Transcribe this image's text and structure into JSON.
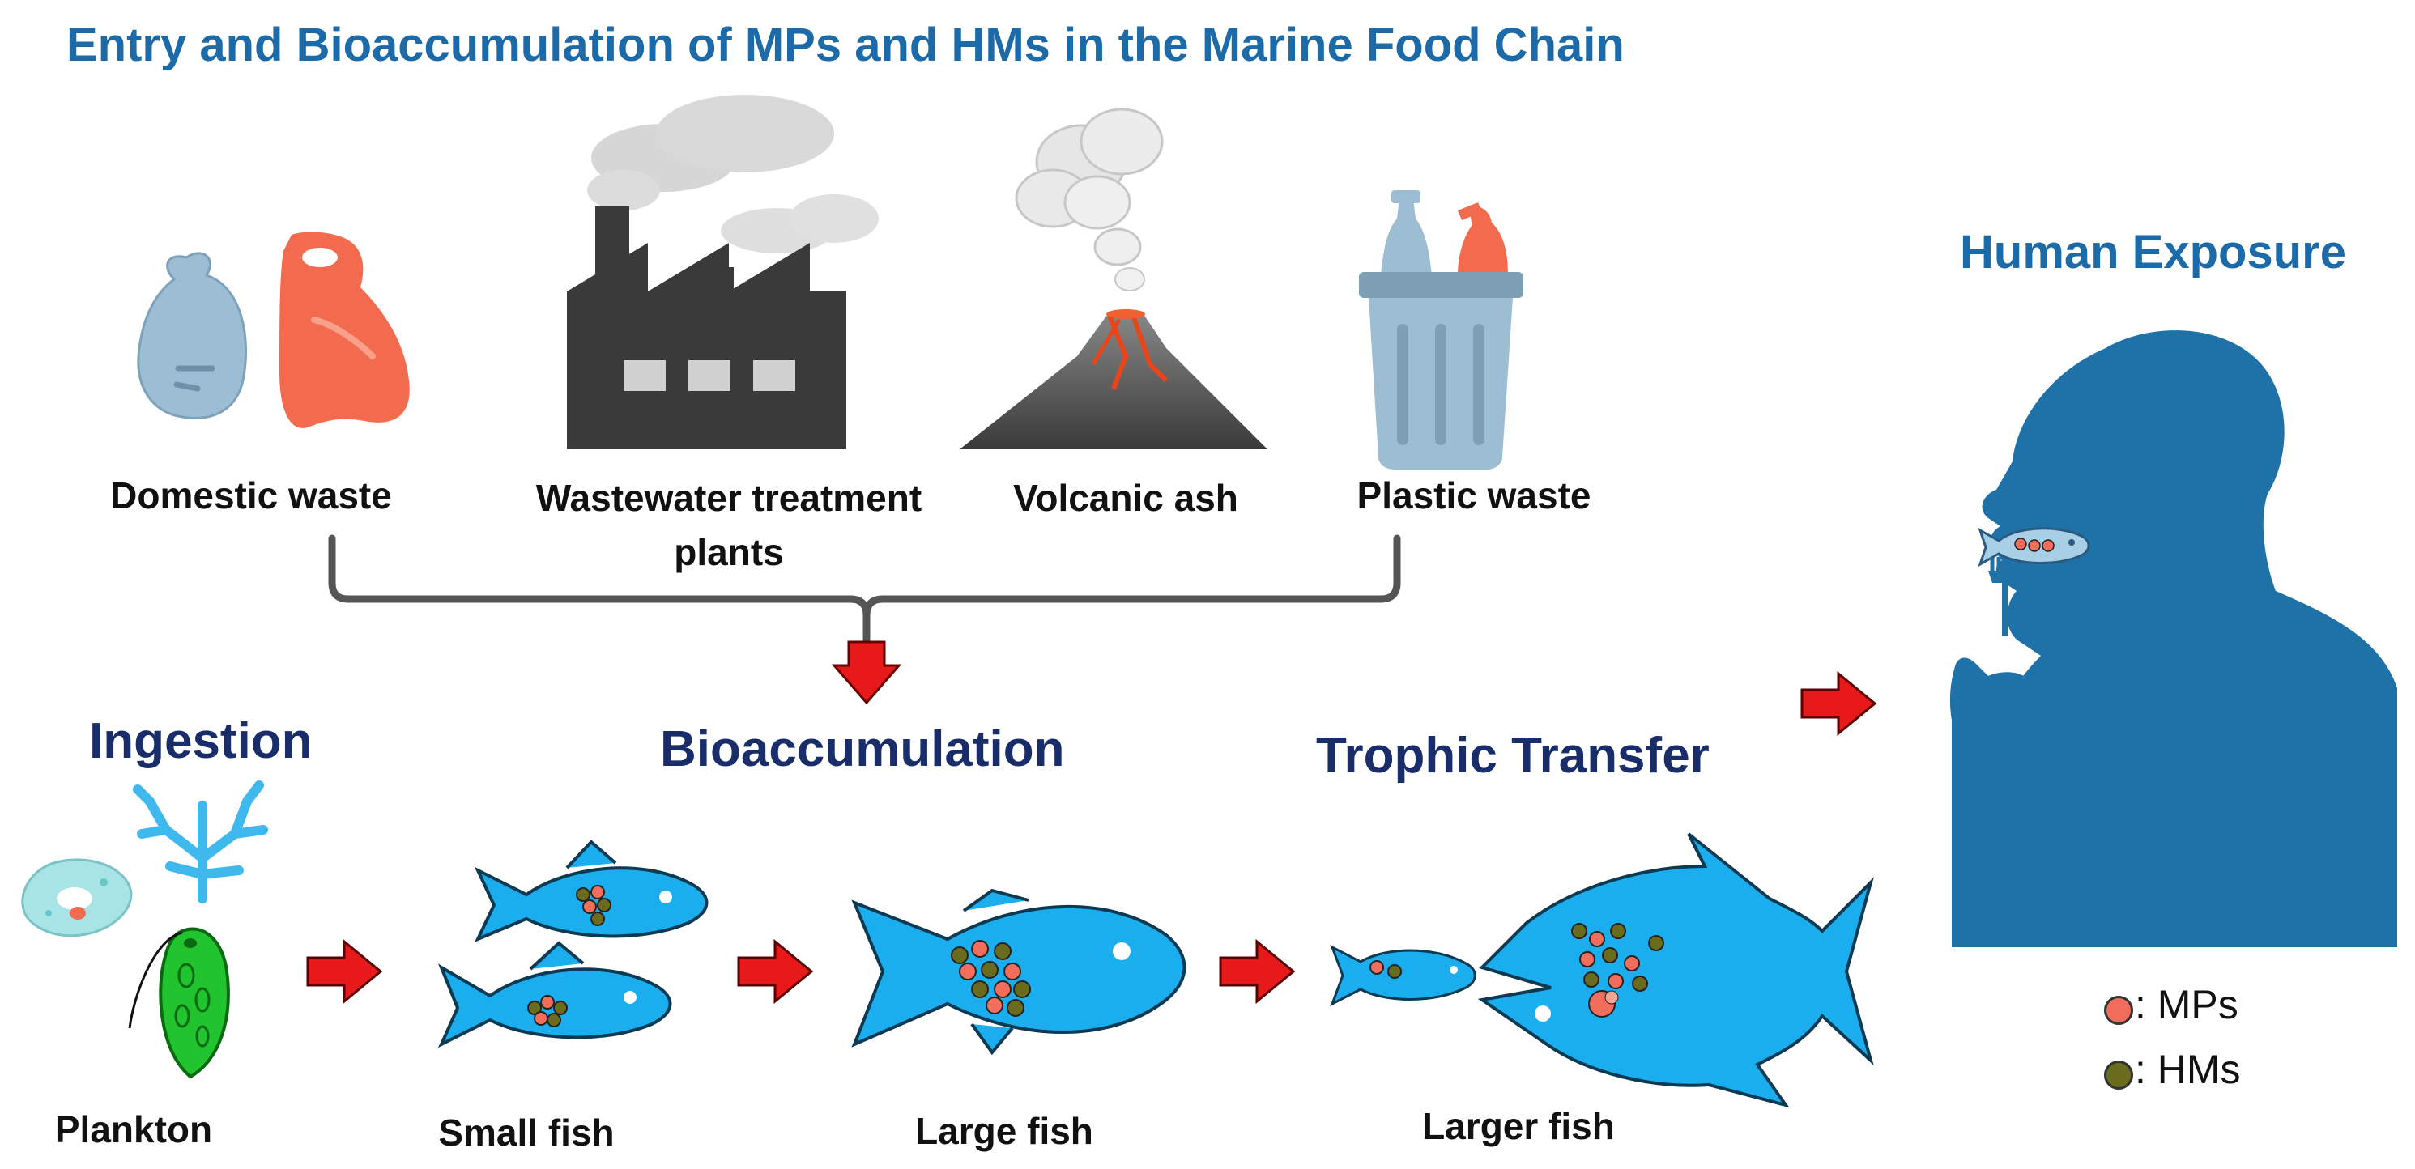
{
  "title": "Entry and Bioaccumulation of MPs and HMs in the Marine Food Chain",
  "sources": [
    {
      "label": "Domestic waste",
      "icon": "bags-icon"
    },
    {
      "label": "Wastewater treatment",
      "label2": "plants",
      "icon": "factory-icon"
    },
    {
      "label": "Volcanic ash",
      "icon": "volcano-icon"
    },
    {
      "label": "Plastic waste",
      "icon": "trash-bin-icon"
    }
  ],
  "stages": {
    "ingestion": "Ingestion",
    "bioaccumulation": "Bioaccumulation",
    "trophic": "Trophic Transfer",
    "human": "Human Exposure"
  },
  "organisms": {
    "plankton": "Plankton",
    "small_fish": "Small fish",
    "large_fish": "Large fish",
    "larger_fish": "Larger fish"
  },
  "legend": [
    {
      "label": ": MPs",
      "color": "#f26d5b"
    },
    {
      "label": ": HMs",
      "color": "#6b6b1e"
    }
  ],
  "colors": {
    "title": "#1c6aa8",
    "stage": "#1a2d6b",
    "fish": "#1aaeef",
    "arrow": "#e8191b",
    "human": "#1f72a8"
  }
}
